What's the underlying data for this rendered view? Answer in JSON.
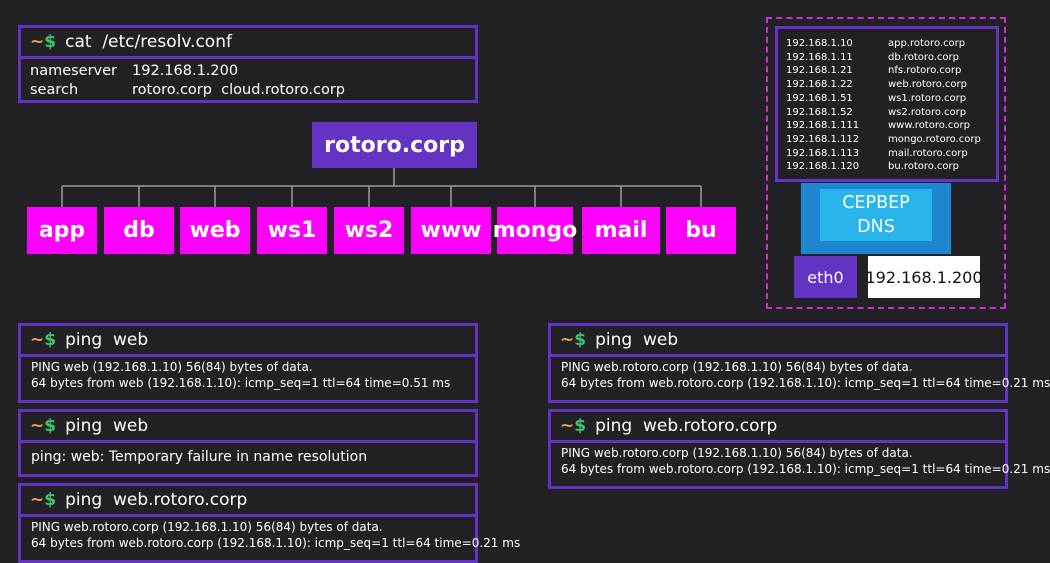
{
  "prompt": {
    "tilde": "~",
    "dollar": "$"
  },
  "resolv": {
    "command": "cat  /etc/resolv.conf",
    "nameserver_key": "nameserver",
    "nameserver_val": "192.168.1.200",
    "search_key": "search",
    "search_val": "rotoro.corp  cloud.rotoro.corp"
  },
  "domain": "rotoro.corp",
  "subdomains": [
    "app",
    "db",
    "web",
    "ws1",
    "ws2",
    "www",
    "mongo",
    "mail",
    "bu"
  ],
  "hosts": [
    {
      "ip": "192.168.1.10",
      "name": "app.rotoro.corp"
    },
    {
      "ip": "192.168.1.11",
      "name": "db.rotoro.corp"
    },
    {
      "ip": "192.168.1.21",
      "name": "nfs.rotoro.corp"
    },
    {
      "ip": "192.168.1.22",
      "name": "web.rotoro.corp"
    },
    {
      "ip": "192.168.1.51",
      "name": "ws1.rotoro.corp"
    },
    {
      "ip": "192.168.1.52",
      "name": "ws2.rotoro.corp"
    },
    {
      "ip": "192.168.1.111",
      "name": "www.rotoro.corp"
    },
    {
      "ip": "192.168.1.112",
      "name": "mongo.rotoro.corp"
    },
    {
      "ip": "192.168.1.113",
      "name": "mail.rotoro.corp"
    },
    {
      "ip": "192.168.1.120",
      "name": "bu.rotoro.corp"
    }
  ],
  "server": {
    "line1": "СЕРВЕР",
    "line2": "DNS",
    "iface": "eth0",
    "ip": "192.168.1.200"
  },
  "left_terms": [
    {
      "cmd": "ping  web",
      "out1": "PING web (192.168.1.10) 56(84) bytes of data.",
      "out2": "64 bytes from web (192.168.1.10): icmp_seq=1 ttl=64 time=0.51 ms"
    },
    {
      "cmd": "ping  web",
      "out1": "ping: web: Temporary failure in name resolution"
    },
    {
      "cmd": "ping  web.rotoro.corp",
      "out1": "PING web.rotoro.corp (192.168.1.10) 56(84) bytes of data.",
      "out2": "64 bytes from web.rotoro.corp (192.168.1.10): icmp_seq=1 ttl=64 time=0.21 ms"
    }
  ],
  "right_terms": [
    {
      "cmd": "ping  web",
      "out1": "PING web.rotoro.corp (192.168.1.10) 56(84) bytes of data.",
      "out2": "64 bytes from web.rotoro.corp (192.168.1.10): icmp_seq=1 ttl=64 time=0.21 ms"
    },
    {
      "cmd": "ping  web.rotoro.corp",
      "out1": "PING web.rotoro.corp (192.168.1.10) 56(84) bytes of data.",
      "out2": "64 bytes from web.rotoro.corp (192.168.1.10): icmp_seq=1 ttl=64 time=0.21 ms"
    }
  ],
  "colors": {
    "purple": "#6533c4",
    "magenta": "#ff00ff",
    "dash": "#d02fd0",
    "server_blue": "#1e86d0",
    "screen_blue": "#2ab4ec",
    "tilde": "#f0a23a",
    "dollar": "#3fc46a"
  }
}
